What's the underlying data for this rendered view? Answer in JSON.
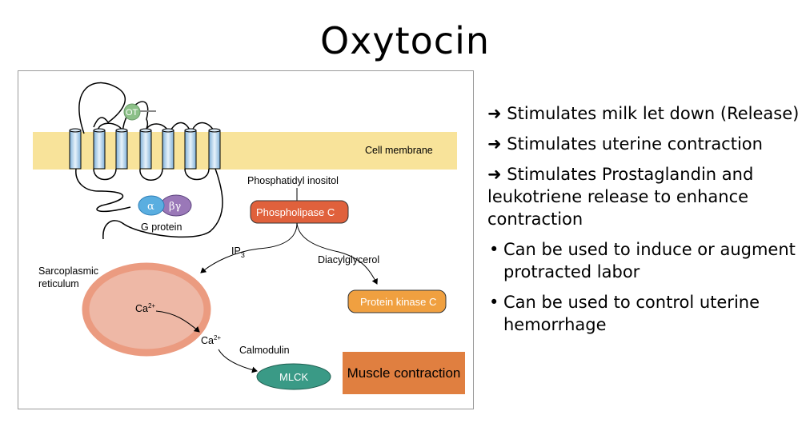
{
  "title": "Oxytocin",
  "diagram": {
    "cell_membrane_label": "Cell membrane",
    "ot_label": "OT",
    "alpha_label": "α",
    "beta_gamma_label": "βγ",
    "g_protein_label": "G protein",
    "phosphatidyl_label": "Phosphatidyl inositol",
    "phospholipase_label": "Phospholipase C",
    "ip3_main": "IP",
    "ip3_sub": "3",
    "diacylglycerol_label": "Diacylglycerol",
    "protein_kinase_label": "Protein kinase C",
    "sarcoplasmic_line1": "Sarcoplasmic",
    "sarcoplasmic_line2": "reticulum",
    "ca_main": "Ca",
    "ca_sup": "2+",
    "calmodulin_label": "Calmodulin",
    "mlck_label": "MLCK",
    "muscle_contraction": "Muscle contraction"
  },
  "bullets": {
    "arrow_items": [
      "➜ Stimulates milk let down (Release)",
      "➜ Stimulates uterine contraction",
      "➜ Stimulates Prostaglandin and leukotriene release to enhance contraction"
    ],
    "dot_items": [
      "Can be used to induce or augment protracted labor",
      "Can be used to control uterine hemorrhage"
    ]
  },
  "colors": {
    "membrane": "#f8e39a",
    "phospholipase": "#e0613c",
    "protein_kinase": "#f0a040",
    "reticulum": "#eb9b80",
    "mlck": "#3a9a86",
    "alpha": "#5aaee0",
    "beta_gamma": "#9a78b8",
    "ot": "#8cc088",
    "muscle_box": "#e07f40"
  }
}
